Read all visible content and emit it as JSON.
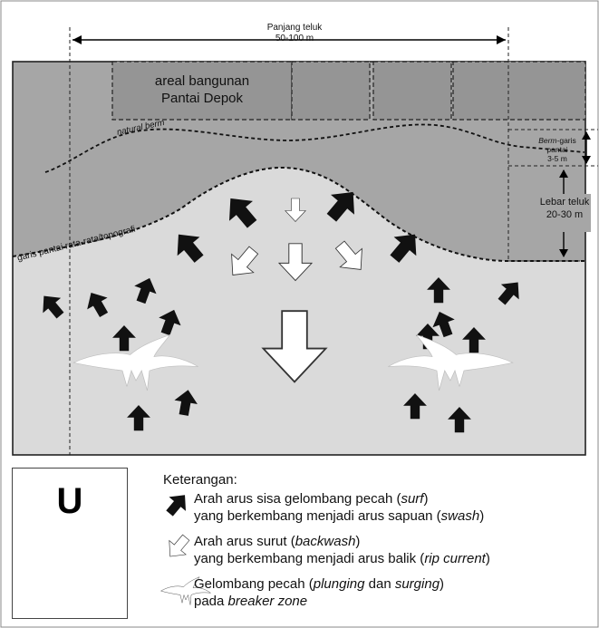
{
  "top_dimension": {
    "label_line1": "Panjang teluk",
    "label_line2": "50-100 m"
  },
  "buildings": {
    "label_line1": "areal bangunan",
    "label_line2": "Pantai Depok"
  },
  "natural_berm": "natural berm",
  "shoreline_label": "garis pantai rata-rata/topografi",
  "berm_dimension": {
    "line1_italic": "Berm",
    "line1_rest": "-garis",
    "line2": "pantai",
    "line3": "3-5 m"
  },
  "bay_width": {
    "line1": "Lebar teluk",
    "line2": "20-30 m"
  },
  "north": {
    "letter": "U"
  },
  "legend": {
    "title": "Keterangan:",
    "surf": {
      "line1_a": "Arah arus sisa gelombang pecah (",
      "line1_i": "surf",
      "line1_b": ")",
      "line2_a": "yang berkembang menjadi arus sapuan (",
      "line2_i": "swash",
      "line2_b": ")"
    },
    "backwash": {
      "line1_a": "Arah arus surut (",
      "line1_i": "backwash",
      "line1_b": ")",
      "line2_a": "yang berkembang menjadi arus balik (",
      "line2_i": "rip current",
      "line2_b": ")"
    },
    "breaker": {
      "line1_a": "Gelombang pecah (",
      "line1_i": "plunging",
      "line1_m": " dan ",
      "line1_i2": "surging",
      "line1_b": ")",
      "line2_a": "pada ",
      "line2_i": "breaker zone"
    }
  },
  "colors": {
    "land": "#a6a6a6",
    "building": "#959595",
    "sea": "#dadada",
    "arrow_dark": "#111111",
    "arrow_light": "#ffffff"
  }
}
